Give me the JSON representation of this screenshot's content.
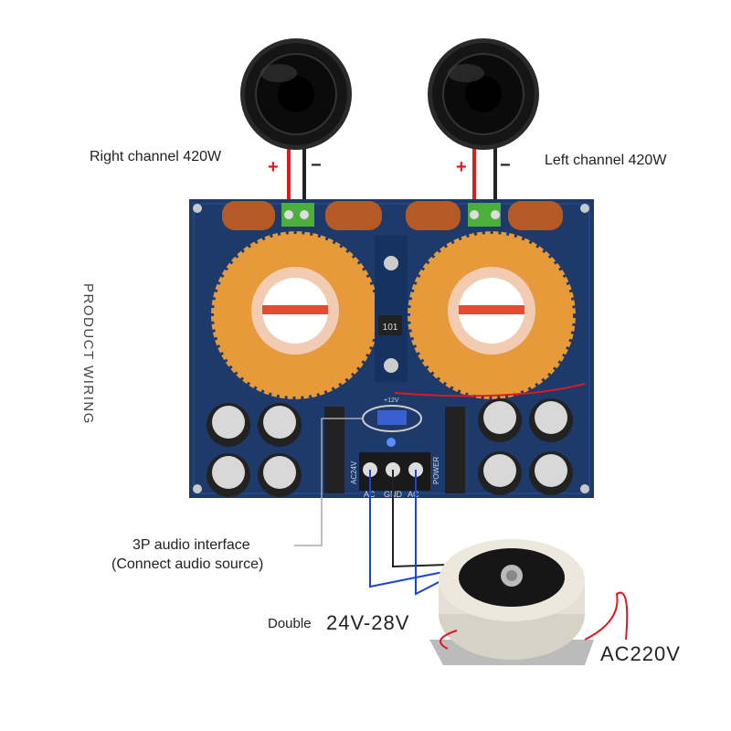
{
  "labels": {
    "right_channel": "Right channel 420W",
    "left_channel": "Left channel 420W",
    "plus": "+",
    "minus": "−",
    "product_wiring": "PRODUCT WIRING",
    "audio_interface": "3P audio interface",
    "audio_interface_note": "(Connect audio source)",
    "double": "Double",
    "voltage": "24V-28V",
    "mains": "AC220V"
  },
  "board": {
    "terminal_labels": [
      "AC",
      "GND",
      "AC"
    ],
    "power_label": "POWER",
    "ac_label": "AC24V",
    "inductor_code": "101",
    "fan_supply": "+12V"
  },
  "colors": {
    "board": "#1d3a6b",
    "heatsink": "#e69a3a",
    "wire_red": "#e0191e",
    "wire_blue": "#1a44d6",
    "wire_black": "#222222"
  }
}
